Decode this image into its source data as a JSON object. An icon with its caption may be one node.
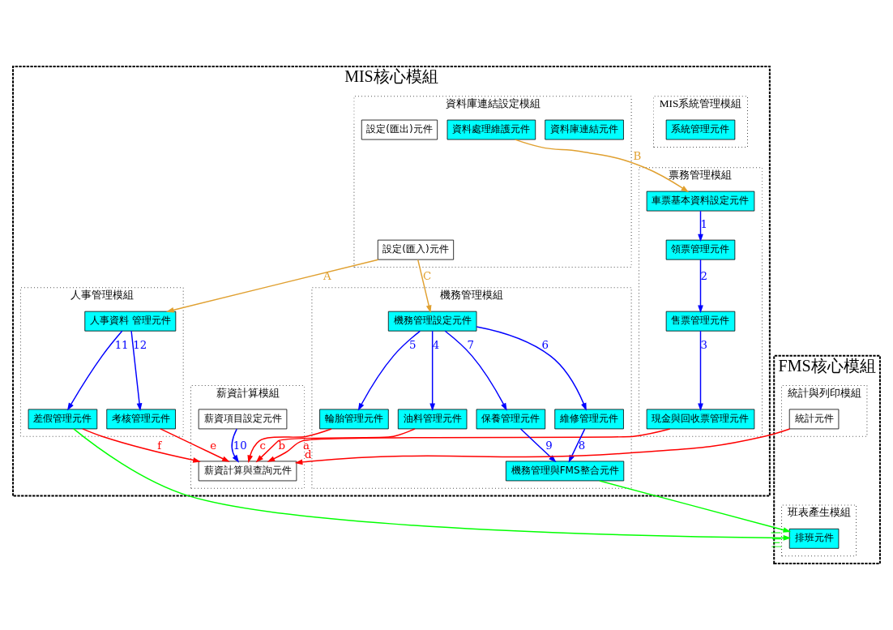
{
  "diagram": {
    "nodes": [
      {
        "text": [
          "MIS核心模組"
        ]
      },
      {
        "text": [
          "MIS系統管理模組"
        ],
        "in": 0
      },
      {
        "text": [
          "系統管理元件"
        ],
        "in": 1
      },
      {
        "text": [
          "資料庫連結設定模組"
        ],
        "in": 0
      },
      {
        "text": [
          "資料庫連結元件"
        ],
        "in": 3
      },
      {
        "text": [
          "資料處理維護元件"
        ],
        "in": 3
      },
      {
        "text": [
          "設定(匯入)元件"
        ],
        "in": 3
      },
      {
        "text": [
          "設定(匯出)元件"
        ],
        "in": 3
      },
      {
        "text": [
          "人事管理模組"
        ],
        "in": 0
      },
      {
        "text": [
          "人事資料 管理元件"
        ],
        "in": 8
      },
      {
        "text": [
          "差假管理元件"
        ],
        "in": 8
      },
      {
        "text": [
          "考核管理元件"
        ],
        "in": 8
      },
      {
        "text": [
          "薪資計算模組"
        ],
        "in": 0
      },
      {
        "text": [
          "薪資項目設定元件"
        ],
        "in": 12
      },
      {
        "text": [
          "薪資計算與查詢元件"
        ],
        "in": 12
      },
      {
        "text": [
          "票務管理模組"
        ],
        "in": 0
      },
      {
        "text": [
          "現金與回收票管理元件"
        ],
        "in": 15
      },
      {
        "text": [
          "車票基本資料設定元件"
        ],
        "in": 15
      },
      {
        "text": [
          "售票管理元件"
        ],
        "in": 15
      },
      {
        "text": [
          "領票管理元件"
        ],
        "in": 15
      },
      {
        "text": [
          "機務管理模組"
        ],
        "in": 0
      },
      {
        "text": [
          "油料管理元件"
        ],
        "in": 20
      },
      {
        "text": [
          "輪胎管理元件"
        ],
        "in": 20
      },
      {
        "text": [
          "機務管理設定元件"
        ],
        "in": 20
      },
      {
        "text": [
          "機務管理與FMS整合元件"
        ],
        "in": 20
      },
      {
        "text": [
          "保養管理元件"
        ],
        "in": 20
      },
      {
        "text": [
          "維修管理元件"
        ],
        "in": 20
      },
      {
        "text": [
          "FMS核心模組"
        ]
      },
      {
        "text": [
          "班表產生模組"
        ],
        "in": 27
      },
      {
        "text": [
          "排班元件"
        ],
        "in": 28
      },
      {
        "text": [
          "統計與列印模組"
        ],
        "in": 27
      },
      {
        "text": [
          "統計元件"
        ],
        "in": 30
      }
    ],
    "edges": [
      {
        "from": 6,
        "to": 9,
        "arrow": "to",
        "label": "A",
        "color": "#e0a030"
      },
      {
        "from": 5,
        "to": 17,
        "arrow": "to",
        "label": "B",
        "color": "#e0a030"
      },
      {
        "from": 6,
        "to": 23,
        "arrow": "to",
        "label": "C",
        "color": "#e0a030"
      },
      {
        "from": 9,
        "to": 10,
        "arrow": "to",
        "label": "11"
      },
      {
        "from": 9,
        "to": 11,
        "arrow": "to",
        "label": "12"
      },
      {
        "from": 13,
        "to": 14,
        "arrow": "to",
        "label": "10"
      },
      {
        "from": 17,
        "to": 19,
        "arrow": "to",
        "label": "1"
      },
      {
        "from": 19,
        "to": 18,
        "arrow": "to",
        "label": "2"
      },
      {
        "from": 18,
        "to": 16,
        "arrow": "to",
        "label": "3"
      },
      {
        "from": 23,
        "to": 21,
        "arrow": "to",
        "label": "4"
      },
      {
        "from": 23,
        "to": 22,
        "arrow": "to",
        "label": "5"
      },
      {
        "from": 23,
        "to": 26,
        "arrow": "to",
        "label": "6"
      },
      {
        "from": 23,
        "to": 25,
        "arrow": "to",
        "label": "7"
      },
      {
        "from": 26,
        "to": 24,
        "arrow": "to",
        "label": "8"
      },
      {
        "from": 25,
        "to": 24,
        "arrow": "to",
        "label": "9"
      },
      {
        "from": 16,
        "to": 14,
        "arrow": "to",
        "label": "a",
        "color": "#ff0000"
      },
      {
        "from": 21,
        "to": 14,
        "arrow": "to",
        "label": "b",
        "color": "#ff0000"
      },
      {
        "from": 22,
        "to": 14,
        "arrow": "to",
        "label": "c",
        "color": "#ff0000"
      },
      {
        "from": 31,
        "to": 14,
        "arrow": "to",
        "label": "d",
        "color": "#ff0000"
      },
      {
        "from": 11,
        "to": 14,
        "arrow": "to",
        "label": "e",
        "color": "#ff0000"
      },
      {
        "from": 10,
        "to": 14,
        "arrow": "to",
        "label": "f",
        "color": "#ff0000"
      },
      {
        "from": 24,
        "to": 29,
        "arrow": "to",
        "label": "一",
        "color": "#00ff00"
      },
      {
        "from": 10,
        "to": 29,
        "arrow": "to",
        "label": "三",
        "color": "#00ff00"
      }
    ]
  }
}
